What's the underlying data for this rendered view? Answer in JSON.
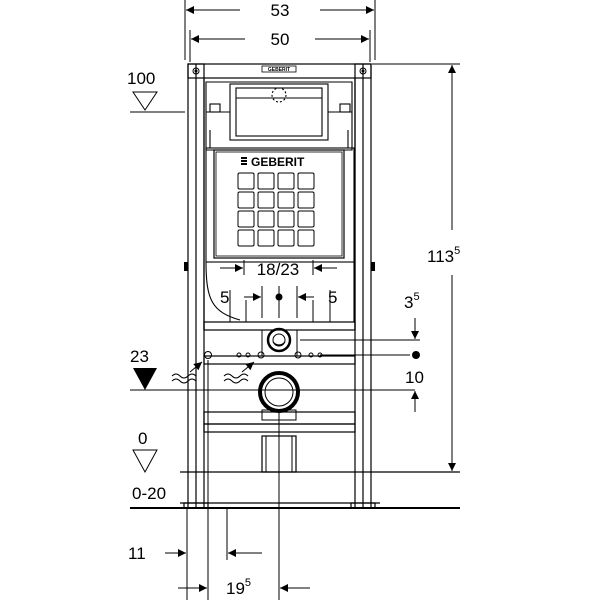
{
  "brand": "GEBERIT",
  "frame_logo": "GEBERIT",
  "dimensions": {
    "overall_width": "53",
    "frame_width": "50",
    "height_main": "113",
    "height_sup": "5",
    "flush_plate": "18/23",
    "left_offset": "5",
    "right_offset": "5",
    "level_top": "100",
    "level_mid": "23",
    "level_zero": "0",
    "floor_range": "0-20",
    "bottom_left": "11",
    "bottom_mid_main": "19",
    "bottom_mid_sup": "5",
    "right_upper_main": "3",
    "right_upper_sup": "5",
    "right_lower": "10"
  }
}
